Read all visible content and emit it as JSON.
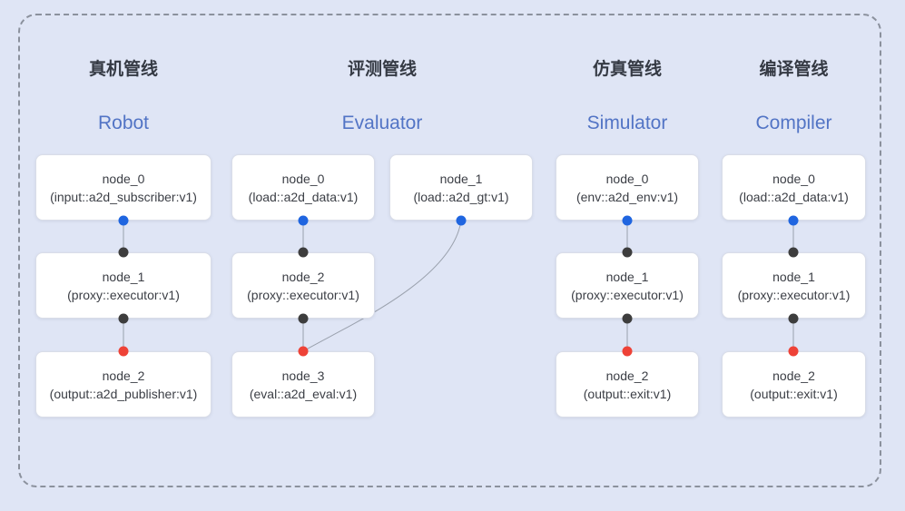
{
  "diagram": {
    "background_color": "#dfe5f5",
    "frame_border_color": "#8b919d",
    "colors": {
      "blue_port": "#1f65e0",
      "dark_port": "#3d3d3d",
      "red_port": "#ee4237",
      "edge": "#9aa1ad",
      "title_cn": "#353a44",
      "title_en": "#5274c5",
      "node_bg": "#ffffff",
      "node_border": "#d9dde8",
      "node_text": "#3b3e45"
    },
    "pipelines": [
      {
        "title_cn": "真机管线",
        "title_en": "Robot",
        "nodes": [
          {
            "name": "node_0",
            "type": "(input::a2d_subscriber:v1)"
          },
          {
            "name": "node_1",
            "type": "(proxy::executor:v1)"
          },
          {
            "name": "node_2",
            "type": "(output::a2d_publisher:v1)"
          }
        ]
      },
      {
        "title_cn": "评测管线",
        "title_en": "Evaluator",
        "nodes": [
          {
            "name": "node_0",
            "type": "(load::a2d_data:v1)"
          },
          {
            "name": "node_1",
            "type": "(load::a2d_gt:v1)"
          },
          {
            "name": "node_2",
            "type": "(proxy::executor:v1)"
          },
          {
            "name": "node_3",
            "type": "(eval::a2d_eval:v1)"
          }
        ]
      },
      {
        "title_cn": "仿真管线",
        "title_en": "Simulator",
        "nodes": [
          {
            "name": "node_0",
            "type": "(env::a2d_env:v1)"
          },
          {
            "name": "node_1",
            "type": "(proxy::executor:v1)"
          },
          {
            "name": "node_2",
            "type": "(output::exit:v1)"
          }
        ]
      },
      {
        "title_cn": "编译管线",
        "title_en": "Compiler",
        "nodes": [
          {
            "name": "node_0",
            "type": "(load::a2d_data:v1)"
          },
          {
            "name": "node_1",
            "type": "(proxy::executor:v1)"
          },
          {
            "name": "node_2",
            "type": "(output::exit:v1)"
          }
        ]
      }
    ]
  }
}
